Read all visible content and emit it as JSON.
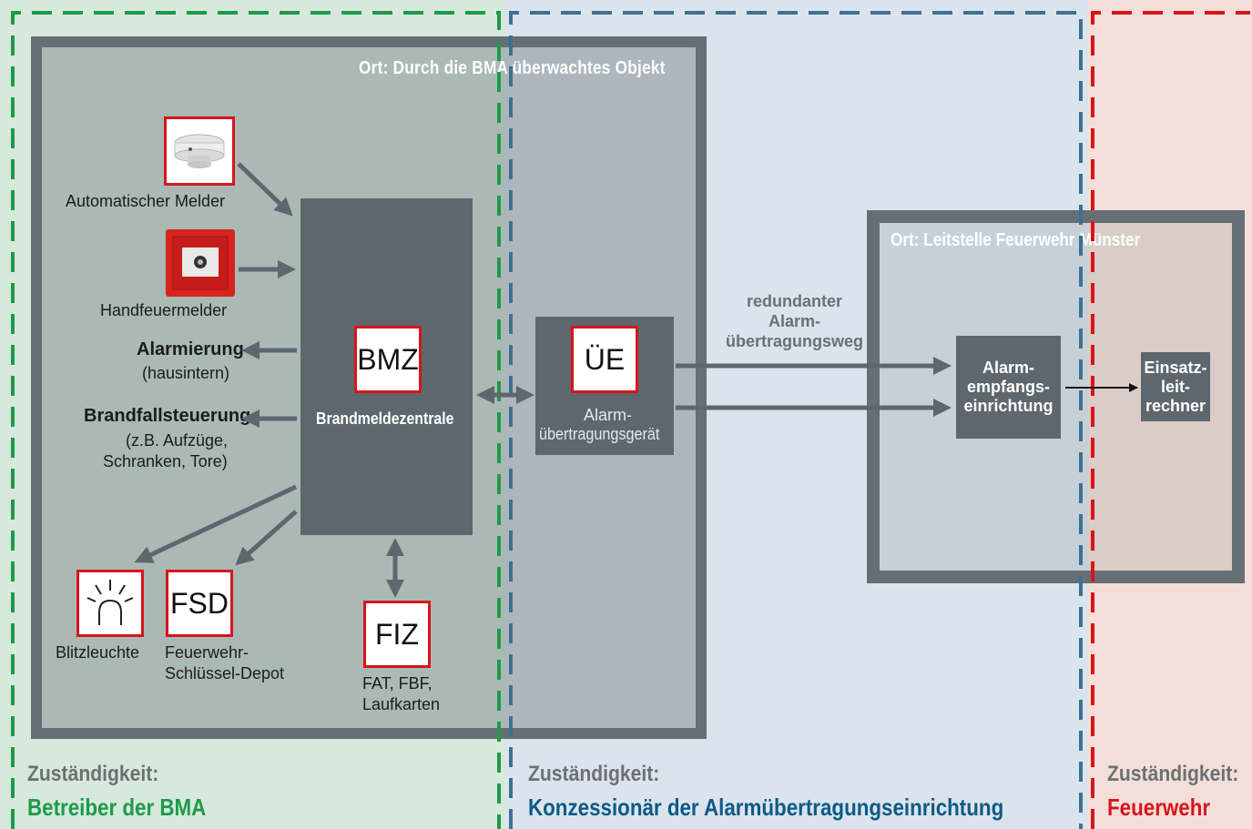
{
  "site_boxes": {
    "object": "Ort: Durch die BMA überwachtes Objekt",
    "control_center": "Ort: Leitstelle Feuerwehr Münster"
  },
  "devices": {
    "automatic_detector": "Automatischer Melder",
    "manual_call_point": "Handfeuermelder",
    "alarm_title": "Alarmierung",
    "alarm_sub": "(hausintern)",
    "fire_control_title": "Brandfallsteuerung",
    "fire_control_sub_1": "(z.B. Aufzüge,",
    "fire_control_sub_2": "Schranken, Tore)",
    "flash_light": "Blitzleuchte",
    "fsd_code": "FSD",
    "fsd_label_1": "Feuerwehr-",
    "fsd_label_2": "Schlüssel-Depot",
    "fiz_code": "FIZ",
    "fiz_label_1": "FAT, FBF,",
    "fiz_label_2": "Laufkarten"
  },
  "bmz": {
    "code": "BMZ",
    "label": "Brandmeldezentrale"
  },
  "ue": {
    "code": "ÜE",
    "label_1": "Alarm-",
    "label_2": "übertragungsgerät"
  },
  "link_label": {
    "line_1": "redundanter",
    "line_2": "Alarm-",
    "line_3": "übertragungsweg"
  },
  "receiver": {
    "line_1": "Alarm-",
    "line_2": "empfangs-",
    "line_3": "einrichtung"
  },
  "dispatch_computer": {
    "line_1": "Einsatz-",
    "line_2": "leit-",
    "line_3": "rechner"
  },
  "responsibility": {
    "heading": "Zuständigkeit:",
    "operator": "Betreiber der BMA",
    "concessionaire": "Konzessionär der Alarmübertragungseinrichtung",
    "fire_department": "Feuerwehr"
  },
  "colors": {
    "operator_green": "#1f9a4a",
    "concessionaire_blue": "#0e5a86",
    "fire_red": "#d7141c",
    "dark_box": "#5e676e"
  }
}
